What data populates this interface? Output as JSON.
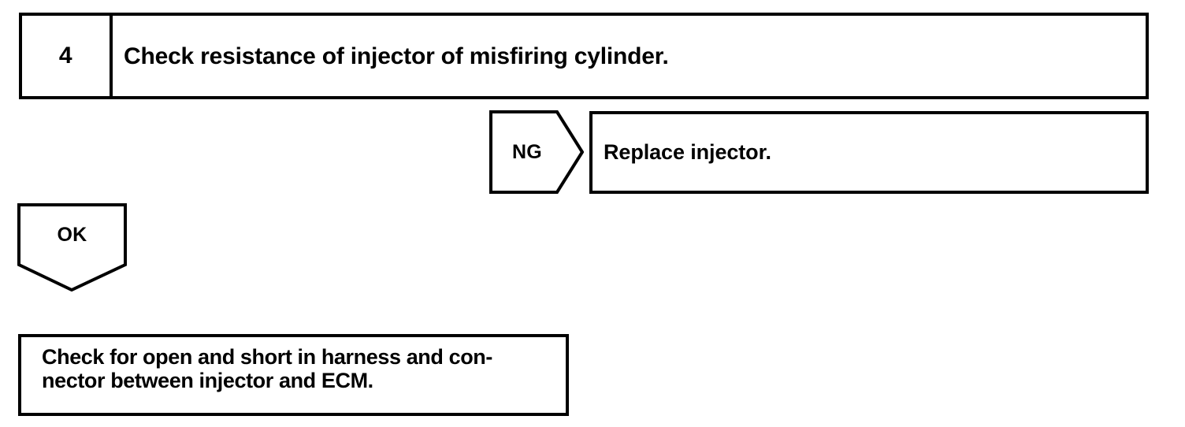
{
  "diagram": {
    "type": "troubleshooting-flowchart",
    "colors": {
      "ink": "#000000",
      "paper": "#ffffff"
    },
    "step": {
      "number": "4",
      "instruction": "Check resistance of injector of misfiring cylinder."
    },
    "branches": {
      "ng": {
        "label": "NG",
        "shape": "pentagon-right",
        "result_box": {
          "text": "Replace injector."
        }
      },
      "ok": {
        "label": "OK",
        "shape": "pentagon-down"
      }
    },
    "next_action": {
      "line1": "Check for open and short in harness and con-",
      "line2": "nector between injector and ECM."
    }
  }
}
